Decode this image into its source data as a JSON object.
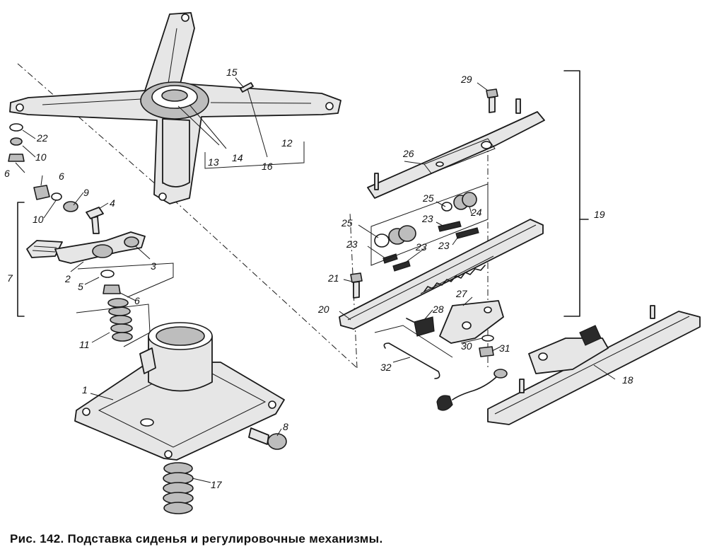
{
  "caption": "Рис. 142. Подставка сиденья и регулировочные механизмы.",
  "labels": {
    "l1": "1",
    "l2": "2",
    "l3": "3",
    "l4": "4",
    "l5": "5",
    "l6a": "6",
    "l6b": "6",
    "l6c": "6",
    "l7": "7",
    "l8": "8",
    "l9": "9",
    "l10a": "10",
    "l10b": "10",
    "l11": "11",
    "l12": "12",
    "l13": "13",
    "l14": "14",
    "l15": "15",
    "l16": "16",
    "l17": "17",
    "l18": "18",
    "l19": "19",
    "l20": "20",
    "l21": "21",
    "l22": "22",
    "l23a": "23",
    "l23b": "23",
    "l23c": "23",
    "l23d": "23",
    "l24": "24",
    "l25a": "25",
    "l25b": "25",
    "l26": "26",
    "l27": "27",
    "l28": "28",
    "l29": "29",
    "l30": "30",
    "l31": "31",
    "l32": "32"
  }
}
